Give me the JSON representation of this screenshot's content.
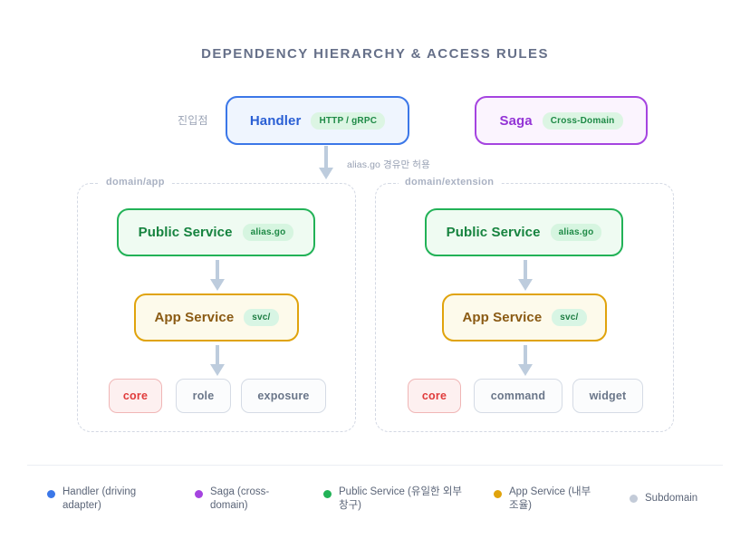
{
  "title": "DEPENDENCY HIERARCHY & ACCESS RULES",
  "entry_label": "진입점",
  "top_nodes": {
    "handler": {
      "label": "Handler",
      "badge": "HTTP / gRPC"
    },
    "saga": {
      "label": "Saga",
      "badge": "Cross-Domain"
    }
  },
  "arrow_note": "alias.go 경유만 허용",
  "groups": [
    {
      "name": "domain/app",
      "public_service": {
        "label": "Public Service",
        "badge": "alias.go"
      },
      "app_service": {
        "label": "App Service",
        "badge": "svc/"
      },
      "subdomains": [
        "core",
        "role",
        "exposure"
      ]
    },
    {
      "name": "domain/extension",
      "public_service": {
        "label": "Public Service",
        "badge": "alias.go"
      },
      "app_service": {
        "label": "App Service",
        "badge": "svc/"
      },
      "subdomains": [
        "core",
        "command",
        "widget"
      ]
    }
  ],
  "legend": [
    {
      "label": "Handler (driving adapter)",
      "color": "#3b77e8"
    },
    {
      "label": "Saga (cross-domain)",
      "color": "#a544e0"
    },
    {
      "label": "Public Service (유일한 외부 창구)",
      "color": "#22b257"
    },
    {
      "label": "App Service (내부 조율)",
      "color": "#e0a30c"
    },
    {
      "label": "Subdomain",
      "color": "#c3cbd8"
    }
  ],
  "colors": {
    "handler": "#3b77e8",
    "saga": "#a544e0",
    "public_service": "#22b257",
    "app_service": "#e0a30c",
    "subdomain": "#c3cbd8",
    "core_highlight": "#e03b3b",
    "arrow": "#bdccdd",
    "title": "#667089"
  }
}
